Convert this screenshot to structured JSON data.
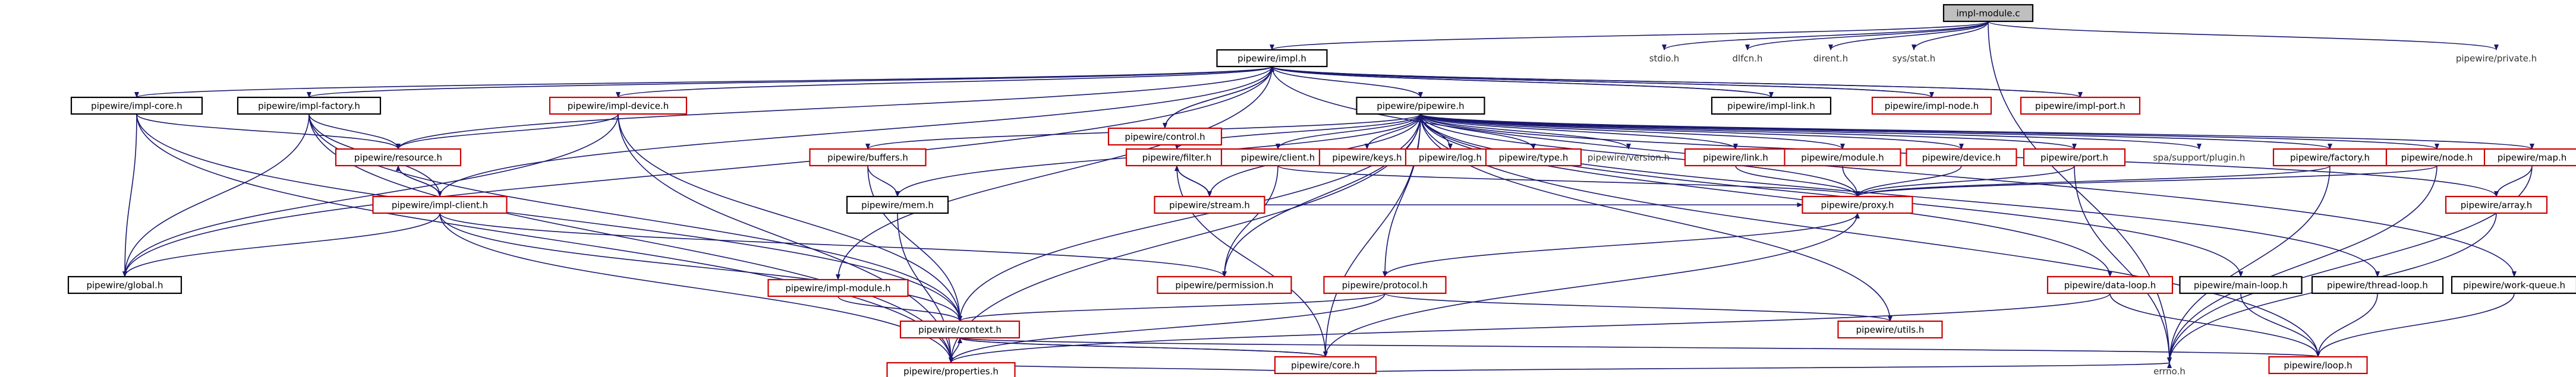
{
  "diagram": {
    "root": "impl-module.c",
    "nodes": {
      "impl_module_c": {
        "label": "impl-module.c",
        "style": "root"
      },
      "stdio_h": {
        "label": "stdio.h",
        "style": "plain"
      },
      "dlfcn_h": {
        "label": "dlfcn.h",
        "style": "plain"
      },
      "dirent_h": {
        "label": "dirent.h",
        "style": "plain"
      },
      "sys_stat_h": {
        "label": "sys/stat.h",
        "style": "plain"
      },
      "private_h": {
        "label": "pipewire/private.h",
        "style": "plain"
      },
      "impl_h": {
        "label": "pipewire/impl.h",
        "style": "normal"
      },
      "impl_core_h": {
        "label": "pipewire/impl-core.h",
        "style": "normal"
      },
      "impl_factory_h": {
        "label": "pipewire/impl-factory.h",
        "style": "normal"
      },
      "impl_device_h": {
        "label": "pipewire/impl-device.h",
        "style": "red"
      },
      "control_h": {
        "label": "pipewire/control.h",
        "style": "red"
      },
      "pipewire_h": {
        "label": "pipewire/pipewire.h",
        "style": "normal"
      },
      "impl_link_h": {
        "label": "pipewire/impl-link.h",
        "style": "normal"
      },
      "impl_node_h": {
        "label": "pipewire/impl-node.h",
        "style": "red"
      },
      "impl_port_h": {
        "label": "pipewire/impl-port.h",
        "style": "red"
      },
      "resource_h": {
        "label": "pipewire/resource.h",
        "style": "red"
      },
      "impl_client_h": {
        "label": "pipewire/impl-client.h",
        "style": "red"
      },
      "global_h": {
        "label": "pipewire/global.h",
        "style": "normal"
      },
      "buffers_h": {
        "label": "pipewire/buffers.h",
        "style": "red"
      },
      "mem_h": {
        "label": "pipewire/mem.h",
        "style": "normal"
      },
      "impl_module_h": {
        "label": "pipewire/impl-module.h",
        "style": "red"
      },
      "filter_h": {
        "label": "pipewire/filter.h",
        "style": "red"
      },
      "stream_h": {
        "label": "pipewire/stream.h",
        "style": "red"
      },
      "client_h": {
        "label": "pipewire/client.h",
        "style": "red"
      },
      "keys_h": {
        "label": "pipewire/keys.h",
        "style": "red"
      },
      "log_h": {
        "label": "pipewire/log.h",
        "style": "red"
      },
      "type_h": {
        "label": "pipewire/type.h",
        "style": "red"
      },
      "version_h": {
        "label": "pipewire/version.h",
        "style": "plain"
      },
      "link_h": {
        "label": "pipewire/link.h",
        "style": "red"
      },
      "module_h": {
        "label": "pipewire/module.h",
        "style": "red"
      },
      "device_h": {
        "label": "pipewire/device.h",
        "style": "red"
      },
      "port_h": {
        "label": "pipewire/port.h",
        "style": "red"
      },
      "spa_plugin_h": {
        "label": "spa/support/plugin.h",
        "style": "plain"
      },
      "factory_h": {
        "label": "pipewire/factory.h",
        "style": "red"
      },
      "node_h": {
        "label": "pipewire/node.h",
        "style": "red"
      },
      "map_h": {
        "label": "pipewire/map.h",
        "style": "red"
      },
      "array_h": {
        "label": "pipewire/array.h",
        "style": "red"
      },
      "work_queue_h": {
        "label": "pipewire/work-queue.h",
        "style": "normal"
      },
      "proxy_h": {
        "label": "pipewire/proxy.h",
        "style": "red"
      },
      "permission_h": {
        "label": "pipewire/permission.h",
        "style": "red"
      },
      "protocol_h": {
        "label": "pipewire/protocol.h",
        "style": "red"
      },
      "utils_h": {
        "label": "pipewire/utils.h",
        "style": "red"
      },
      "data_loop_h": {
        "label": "pipewire/data-loop.h",
        "style": "red"
      },
      "main_loop_h": {
        "label": "pipewire/main-loop.h",
        "style": "normal"
      },
      "thread_loop_h": {
        "label": "pipewire/thread-loop.h",
        "style": "normal"
      },
      "context_h": {
        "label": "pipewire/context.h",
        "style": "red"
      },
      "core_h": {
        "label": "pipewire/core.h",
        "style": "red"
      },
      "loop_h": {
        "label": "pipewire/loop.h",
        "style": "red"
      },
      "properties_h": {
        "label": "pipewire/properties.h",
        "style": "red"
      },
      "errno_h": {
        "label": "errno.h",
        "style": "plain"
      }
    },
    "edges": [
      [
        "impl_module_c",
        "stdio_h"
      ],
      [
        "impl_module_c",
        "dlfcn_h"
      ],
      [
        "impl_module_c",
        "dirent_h"
      ],
      [
        "impl_module_c",
        "sys_stat_h"
      ],
      [
        "impl_module_c",
        "impl_h"
      ],
      [
        "impl_module_c",
        "private_h"
      ],
      [
        "impl_module_c",
        "errno_h"
      ],
      [
        "impl_h",
        "impl_core_h"
      ],
      [
        "impl_h",
        "impl_factory_h"
      ],
      [
        "impl_h",
        "impl_device_h"
      ],
      [
        "impl_h",
        "control_h"
      ],
      [
        "impl_h",
        "pipewire_h"
      ],
      [
        "impl_h",
        "impl_link_h"
      ],
      [
        "impl_h",
        "impl_node_h"
      ],
      [
        "impl_h",
        "impl_port_h"
      ],
      [
        "impl_h",
        "resource_h"
      ],
      [
        "impl_h",
        "impl_client_h"
      ],
      [
        "impl_h",
        "global_h"
      ],
      [
        "impl_h",
        "impl_module_h"
      ],
      [
        "impl_h",
        "work_queue_h"
      ],
      [
        "control_h",
        "impl_h"
      ],
      [
        "impl_link_h",
        "impl_h"
      ],
      [
        "impl_node_h",
        "impl_h"
      ],
      [
        "impl_port_h",
        "impl_h"
      ],
      [
        "impl_core_h",
        "resource_h"
      ],
      [
        "impl_core_h",
        "global_h"
      ],
      [
        "impl_core_h",
        "context_h"
      ],
      [
        "impl_core_h",
        "properties_h"
      ],
      [
        "impl_factory_h",
        "resource_h"
      ],
      [
        "impl_factory_h",
        "impl_client_h"
      ],
      [
        "impl_factory_h",
        "global_h"
      ],
      [
        "impl_factory_h",
        "context_h"
      ],
      [
        "impl_factory_h",
        "properties_h"
      ],
      [
        "impl_device_h",
        "resource_h"
      ],
      [
        "impl_device_h",
        "global_h"
      ],
      [
        "impl_device_h",
        "context_h"
      ],
      [
        "impl_device_h",
        "properties_h"
      ],
      [
        "resource_h",
        "impl_client_h"
      ],
      [
        "impl_client_h",
        "resource_h"
      ],
      [
        "impl_client_h",
        "global_h"
      ],
      [
        "impl_client_h",
        "context_h"
      ],
      [
        "impl_client_h",
        "permission_h"
      ],
      [
        "impl_client_h",
        "properties_h"
      ],
      [
        "pipewire_h",
        "buffers_h"
      ],
      [
        "pipewire_h",
        "mem_h"
      ],
      [
        "pipewire_h",
        "filter_h"
      ],
      [
        "pipewire_h",
        "stream_h"
      ],
      [
        "pipewire_h",
        "client_h"
      ],
      [
        "pipewire_h",
        "keys_h"
      ],
      [
        "pipewire_h",
        "log_h"
      ],
      [
        "pipewire_h",
        "type_h"
      ],
      [
        "pipewire_h",
        "version_h"
      ],
      [
        "pipewire_h",
        "link_h"
      ],
      [
        "pipewire_h",
        "module_h"
      ],
      [
        "pipewire_h",
        "device_h"
      ],
      [
        "pipewire_h",
        "port_h"
      ],
      [
        "pipewire_h",
        "spa_plugin_h"
      ],
      [
        "pipewire_h",
        "factory_h"
      ],
      [
        "pipewire_h",
        "node_h"
      ],
      [
        "pipewire_h",
        "map_h"
      ],
      [
        "pipewire_h",
        "array_h"
      ],
      [
        "pipewire_h",
        "proxy_h"
      ],
      [
        "pipewire_h",
        "permission_h"
      ],
      [
        "pipewire_h",
        "protocol_h"
      ],
      [
        "pipewire_h",
        "utils_h"
      ],
      [
        "pipewire_h",
        "data_loop_h"
      ],
      [
        "pipewire_h",
        "main_loop_h"
      ],
      [
        "pipewire_h",
        "thread_loop_h"
      ],
      [
        "pipewire_h",
        "context_h"
      ],
      [
        "pipewire_h",
        "core_h"
      ],
      [
        "pipewire_h",
        "loop_h"
      ],
      [
        "pipewire_h",
        "properties_h"
      ],
      [
        "buffers_h",
        "mem_h"
      ],
      [
        "buffers_h",
        "context_h"
      ],
      [
        "mem_h",
        "properties_h"
      ],
      [
        "impl_module_h",
        "context_h"
      ],
      [
        "filter_h",
        "stream_h"
      ],
      [
        "filter_h",
        "core_h"
      ],
      [
        "stream_h",
        "proxy_h"
      ],
      [
        "stream_h",
        "filter_h"
      ],
      [
        "client_h",
        "proxy_h"
      ],
      [
        "client_h",
        "permission_h"
      ],
      [
        "link_h",
        "proxy_h"
      ],
      [
        "module_h",
        "proxy_h"
      ],
      [
        "device_h",
        "proxy_h"
      ],
      [
        "port_h",
        "proxy_h"
      ],
      [
        "port_h",
        "errno_h"
      ],
      [
        "factory_h",
        "proxy_h"
      ],
      [
        "factory_h",
        "errno_h"
      ],
      [
        "node_h",
        "proxy_h"
      ],
      [
        "node_h",
        "errno_h"
      ],
      [
        "map_h",
        "array_h"
      ],
      [
        "map_h",
        "errno_h"
      ],
      [
        "array_h",
        "errno_h"
      ],
      [
        "work_queue_h",
        "loop_h"
      ],
      [
        "proxy_h",
        "protocol_h"
      ],
      [
        "protocol_h",
        "context_h"
      ],
      [
        "protocol_h",
        "utils_h"
      ],
      [
        "protocol_h",
        "properties_h"
      ],
      [
        "data_loop_h",
        "loop_h"
      ],
      [
        "data_loop_h",
        "properties_h"
      ],
      [
        "main_loop_h",
        "loop_h"
      ],
      [
        "thread_loop_h",
        "loop_h"
      ],
      [
        "context_h",
        "core_h"
      ],
      [
        "context_h",
        "loop_h"
      ],
      [
        "context_h",
        "properties_h"
      ],
      [
        "core_h",
        "context_h"
      ],
      [
        "core_h",
        "proxy_h"
      ],
      [
        "core_h",
        "properties_h"
      ],
      [
        "core_h",
        "errno_h"
      ]
    ]
  }
}
